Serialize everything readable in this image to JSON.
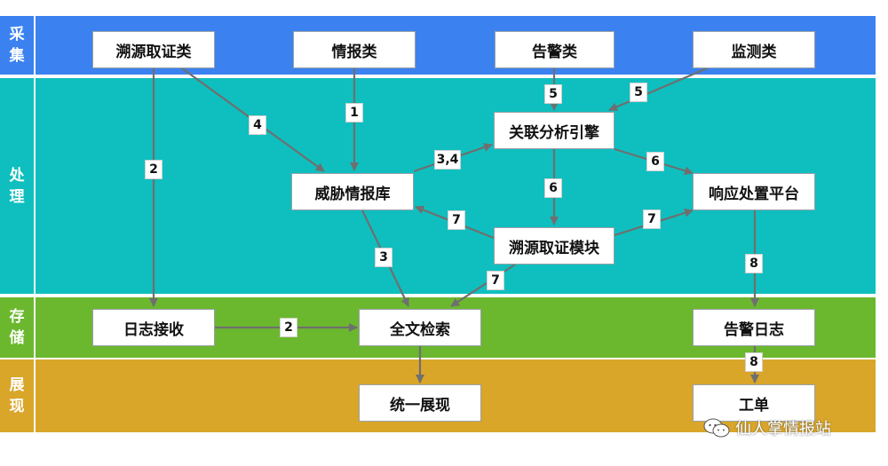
{
  "lanes": [
    {
      "id": "collect",
      "label": [
        "采",
        "集"
      ],
      "color": "#3b82f0"
    },
    {
      "id": "process",
      "label": [
        "处",
        "理"
      ],
      "color": "#0fbfbf"
    },
    {
      "id": "store",
      "label": [
        "存",
        "储"
      ],
      "color": "#6bb82e"
    },
    {
      "id": "present",
      "label": [
        "展",
        "现"
      ],
      "color": "#d9a62a"
    }
  ],
  "nodes": [
    {
      "id": "trace-forensics",
      "label": "溯源取证类"
    },
    {
      "id": "intel",
      "label": "情报类"
    },
    {
      "id": "alert",
      "label": "告警类"
    },
    {
      "id": "monitor",
      "label": "监测类"
    },
    {
      "id": "correlation-engine",
      "label": "关联分析引擎"
    },
    {
      "id": "threat-intel-db",
      "label": "威胁情报库"
    },
    {
      "id": "response-platform",
      "label": "响应处置平台"
    },
    {
      "id": "trace-module",
      "label": "溯源取证模块"
    },
    {
      "id": "log-receive",
      "label": "日志接收"
    },
    {
      "id": "fulltext-search",
      "label": "全文检索"
    },
    {
      "id": "alert-log",
      "label": "告警日志"
    },
    {
      "id": "unified-display",
      "label": "统一展现"
    },
    {
      "id": "work-order",
      "label": "工单"
    }
  ],
  "edges": [
    {
      "from": "intel",
      "to": "threat-intel-db",
      "label": "1"
    },
    {
      "from": "trace-forensics",
      "to": "threat-intel-db",
      "label": "4"
    },
    {
      "from": "trace-forensics",
      "to": "log-receive",
      "label": "2"
    },
    {
      "from": "alert",
      "to": "correlation-engine",
      "label": "5"
    },
    {
      "from": "monitor",
      "to": "correlation-engine",
      "label": "5"
    },
    {
      "from": "threat-intel-db",
      "to": "correlation-engine",
      "label": "3,4"
    },
    {
      "from": "correlation-engine",
      "to": "response-platform",
      "label": "6"
    },
    {
      "from": "correlation-engine",
      "to": "trace-module",
      "label": "6"
    },
    {
      "from": "trace-module",
      "to": "threat-intel-db",
      "label": "7"
    },
    {
      "from": "trace-module",
      "to": "response-platform",
      "label": "7"
    },
    {
      "from": "trace-module",
      "to": "fulltext-search",
      "label": "7"
    },
    {
      "from": "threat-intel-db",
      "to": "fulltext-search",
      "label": "3"
    },
    {
      "from": "log-receive",
      "to": "fulltext-search",
      "label": "2"
    },
    {
      "from": "response-platform",
      "to": "alert-log",
      "label": "8"
    },
    {
      "from": "alert-log",
      "to": "work-order",
      "label": "8"
    },
    {
      "from": "fulltext-search",
      "to": "unified-display",
      "label": ""
    }
  ],
  "watermark": "仙人掌情报站",
  "colors": {
    "arrow": "#6f6f6f",
    "node_border": "#9aa0a6"
  }
}
